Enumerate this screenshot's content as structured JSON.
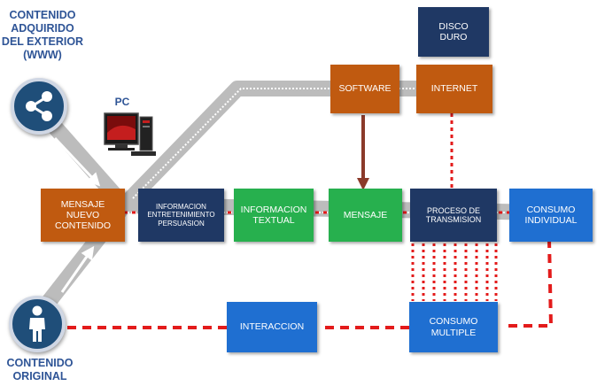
{
  "labels": {
    "external_source": "CONTENIDO\nADQUIRIDO\nDEL EXTERIOR\n(WWW)",
    "pc": "PC",
    "original": "CONTENIDO\nORIGINAL"
  },
  "boxes": {
    "disco_duro": "DISCO\nDURO",
    "software": "SOFTWARE",
    "internet": "INTERNET",
    "mensaje_nuevo": "MENSAJE\nNUEVO\nCONTENIDO",
    "informacion": "INFORMACION\nENTRETENIMIENTO\nPERSUASION",
    "informacion_textual": "INFORMACION\nTEXTUAL",
    "mensaje": "MENSAJE",
    "proceso": "PROCESO DE\nTRANSMISION",
    "consumo_individual": "CONSUMO\nINDIVIDUAL",
    "interaccion": "INTERACCION",
    "consumo_multiple": "CONSUMO\nMULTIPLE"
  },
  "colors": {
    "orange": "#c05a10",
    "navy": "#1f3864",
    "green": "#27b04e",
    "blue": "#1f6fd1",
    "label": "#2e5496",
    "dashed": "#e31b1b",
    "road": "#bcbcbc",
    "arrow": "#8b3a2a"
  },
  "icons": {
    "share": "share-icon",
    "person": "person-icon",
    "computer": "computer-icon"
  }
}
